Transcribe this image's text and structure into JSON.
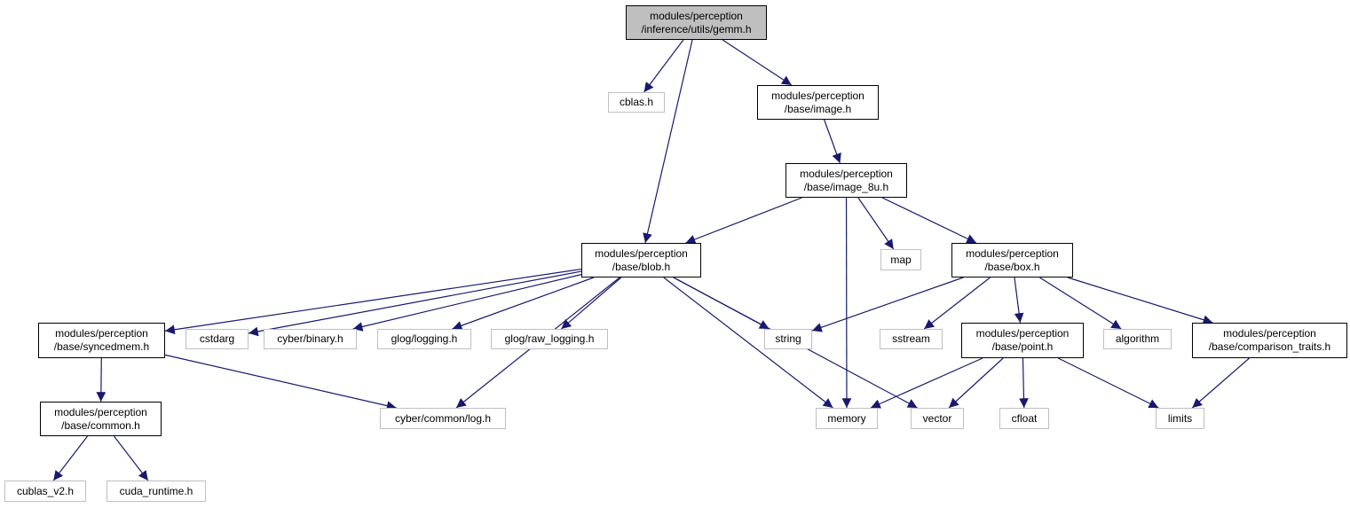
{
  "colors": {
    "edge": "#191970",
    "external_border": "#bfbfbf",
    "internal_border": "#000000",
    "root_fill": "#bfbfbf"
  },
  "nodes": [
    {
      "id": "gemm",
      "label": "modules/perception\n/inference/utils/gemm.h",
      "kind": "root"
    },
    {
      "id": "cblas",
      "label": "cblas.h",
      "kind": "ext"
    },
    {
      "id": "image",
      "label": "modules/perception\n/base/image.h",
      "kind": "int"
    },
    {
      "id": "image8u",
      "label": "modules/perception\n/base/image_8u.h",
      "kind": "int"
    },
    {
      "id": "blob",
      "label": "modules/perception\n/base/blob.h",
      "kind": "int"
    },
    {
      "id": "map",
      "label": "map",
      "kind": "ext"
    },
    {
      "id": "box",
      "label": "modules/perception\n/base/box.h",
      "kind": "int"
    },
    {
      "id": "syncedmem",
      "label": "modules/perception\n/base/syncedmem.h",
      "kind": "int"
    },
    {
      "id": "cstdarg",
      "label": "cstdarg",
      "kind": "ext"
    },
    {
      "id": "binary",
      "label": "cyber/binary.h",
      "kind": "ext"
    },
    {
      "id": "glog",
      "label": "glog/logging.h",
      "kind": "ext"
    },
    {
      "id": "rawlog",
      "label": "glog/raw_logging.h",
      "kind": "ext"
    },
    {
      "id": "string",
      "label": "string",
      "kind": "ext"
    },
    {
      "id": "sstream",
      "label": "sstream",
      "kind": "ext"
    },
    {
      "id": "point",
      "label": "modules/perception\n/base/point.h",
      "kind": "int"
    },
    {
      "id": "algorithm",
      "label": "algorithm",
      "kind": "ext"
    },
    {
      "id": "comparison",
      "label": "modules/perception\n/base/comparison_traits.h",
      "kind": "int"
    },
    {
      "id": "common",
      "label": "modules/perception\n/base/common.h",
      "kind": "int"
    },
    {
      "id": "log",
      "label": "cyber/common/log.h",
      "kind": "ext"
    },
    {
      "id": "memory",
      "label": "memory",
      "kind": "ext"
    },
    {
      "id": "vector",
      "label": "vector",
      "kind": "ext"
    },
    {
      "id": "cfloat",
      "label": "cfloat",
      "kind": "ext"
    },
    {
      "id": "limits",
      "label": "limits",
      "kind": "ext"
    },
    {
      "id": "cublas",
      "label": "cublas_v2.h",
      "kind": "ext"
    },
    {
      "id": "cuda",
      "label": "cuda_runtime.h",
      "kind": "ext"
    }
  ],
  "edges": [
    [
      "gemm",
      "cblas"
    ],
    [
      "gemm",
      "image"
    ],
    [
      "gemm",
      "blob"
    ],
    [
      "image",
      "image8u"
    ],
    [
      "image8u",
      "blob"
    ],
    [
      "image8u",
      "memory"
    ],
    [
      "image8u",
      "map"
    ],
    [
      "image8u",
      "box"
    ],
    [
      "blob",
      "syncedmem"
    ],
    [
      "blob",
      "cstdarg"
    ],
    [
      "blob",
      "binary"
    ],
    [
      "blob",
      "glog"
    ],
    [
      "blob",
      "rawlog"
    ],
    [
      "blob",
      "string"
    ],
    [
      "blob",
      "log"
    ],
    [
      "blob",
      "memory"
    ],
    [
      "blob",
      "vector"
    ],
    [
      "box",
      "string"
    ],
    [
      "box",
      "sstream"
    ],
    [
      "box",
      "point"
    ],
    [
      "box",
      "algorithm"
    ],
    [
      "box",
      "comparison"
    ],
    [
      "syncedmem",
      "common"
    ],
    [
      "syncedmem",
      "log"
    ],
    [
      "point",
      "memory"
    ],
    [
      "point",
      "vector"
    ],
    [
      "point",
      "cfloat"
    ],
    [
      "point",
      "limits"
    ],
    [
      "comparison",
      "limits"
    ],
    [
      "common",
      "cublas"
    ],
    [
      "common",
      "cuda"
    ]
  ]
}
